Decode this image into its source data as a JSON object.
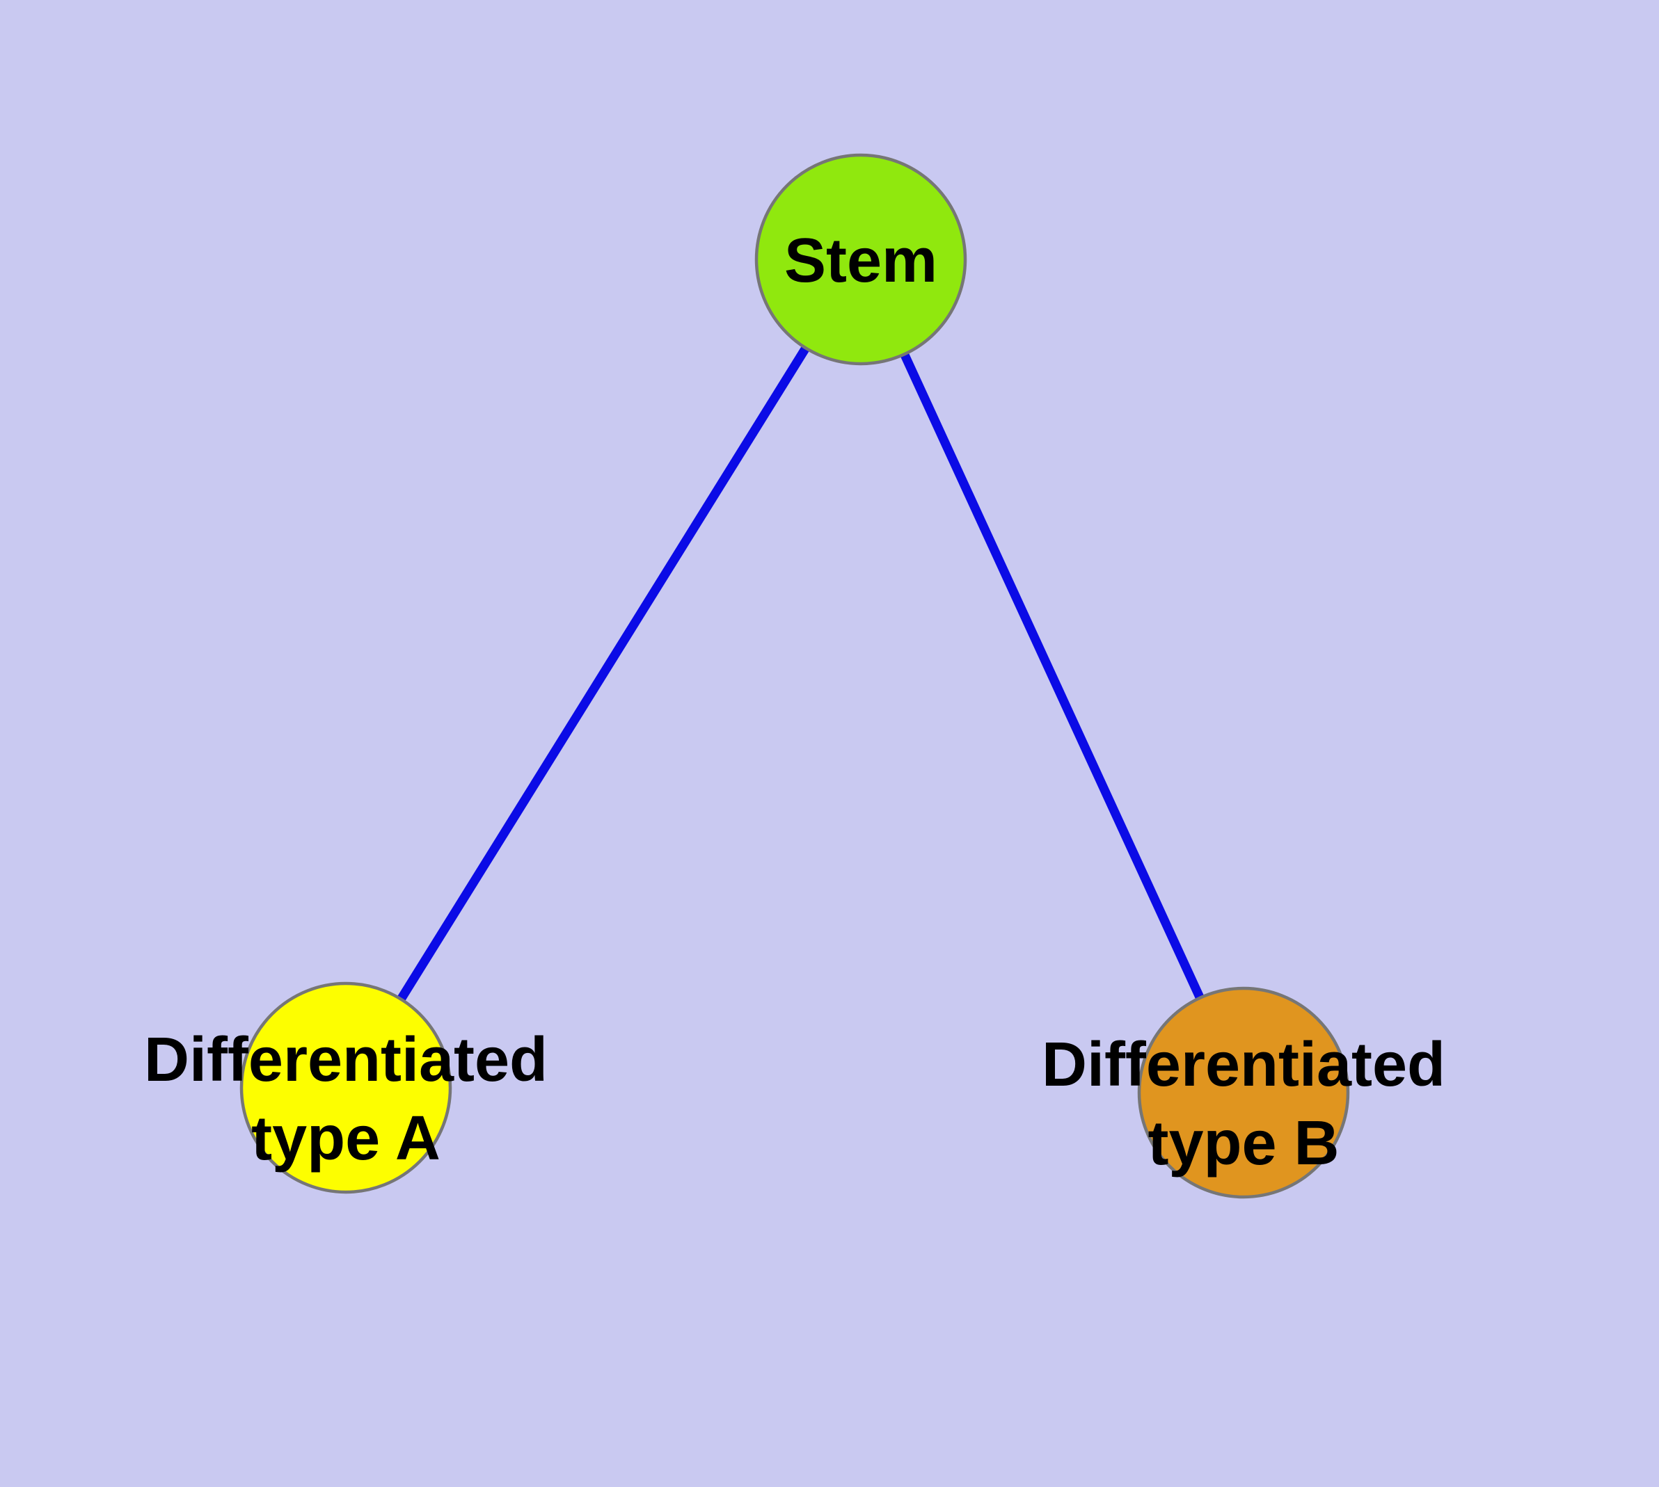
{
  "diagram": {
    "type": "graph",
    "nodes": {
      "stem": {
        "label": "Stem",
        "fill": "#90e80e"
      },
      "type_a": {
        "label": "Differentiated type A",
        "line1": "Differentiated",
        "line2": "type A",
        "fill": "#fdfe00"
      },
      "type_b": {
        "label": "Differentiated type B",
        "line1": "Differentiated",
        "line2": "type B",
        "fill": "#e0951f"
      }
    },
    "edges": [
      {
        "from": "Stem",
        "to": "Differentiated type A"
      },
      {
        "from": "Stem",
        "to": "Differentiated type B"
      }
    ],
    "colors": {
      "background": "#c9c9f1",
      "edge": "#0b0be6",
      "node_border": "#767676",
      "label_text": "#000000"
    }
  }
}
